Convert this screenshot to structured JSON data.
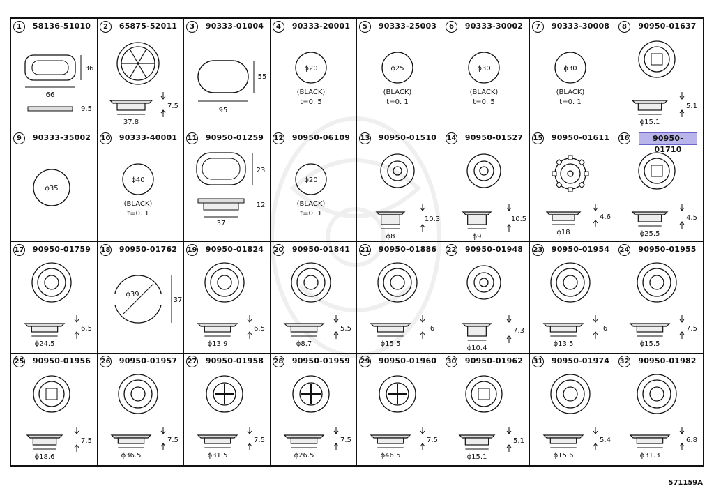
{
  "cells": [
    {
      "num": "1",
      "part": "58136-51010",
      "kind": "oval",
      "dims": [
        "36",
        "66",
        "9.5"
      ],
      "note": []
    },
    {
      "num": "2",
      "part": "65875-52011",
      "kind": "spoke",
      "dims": [
        "7.5",
        "37.8"
      ],
      "note": []
    },
    {
      "num": "3",
      "part": "90333-01004",
      "kind": "stadium",
      "dims": [
        "55",
        "95"
      ],
      "note": []
    },
    {
      "num": "4",
      "part": "90333-20001",
      "kind": "disc",
      "dims": [
        "ϕ20"
      ],
      "note": [
        "(BLACK)",
        "t=0. 5"
      ]
    },
    {
      "num": "5",
      "part": "90333-25003",
      "kind": "disc",
      "dims": [
        "ϕ25"
      ],
      "note": [
        "(BLACK)",
        "t=0. 1"
      ]
    },
    {
      "num": "6",
      "part": "90333-30002",
      "kind": "disc",
      "dims": [
        "ϕ30"
      ],
      "note": [
        "(BLACK)",
        "t=0. 5"
      ]
    },
    {
      "num": "7",
      "part": "90333-30008",
      "kind": "disc",
      "dims": [
        "ϕ30"
      ],
      "note": [
        "(BLACK)",
        "t=0. 1"
      ]
    },
    {
      "num": "8",
      "part": "90950-01637",
      "kind": "clip",
      "dims": [
        "5.1",
        "ϕ15.1"
      ],
      "note": []
    },
    {
      "num": "9",
      "part": "90333-35002",
      "kind": "disc",
      "dims": [
        "ϕ35"
      ],
      "note": []
    },
    {
      "num": "10",
      "part": "90333-40001",
      "kind": "disc",
      "dims": [
        "ϕ40"
      ],
      "note": [
        "(BLACK)",
        "t=0. 1"
      ]
    },
    {
      "num": "11",
      "part": "90950-01259",
      "kind": "ovalgrommet",
      "dims": [
        "23",
        "12",
        "37"
      ],
      "note": []
    },
    {
      "num": "12",
      "part": "90950-06109",
      "kind": "disc",
      "dims": [
        "ϕ20"
      ],
      "note": [
        "(BLACK)",
        "t=0. 1"
      ]
    },
    {
      "num": "13",
      "part": "90950-01510",
      "kind": "plug",
      "dims": [
        "10.3",
        "ϕ8"
      ],
      "note": []
    },
    {
      "num": "14",
      "part": "90950-01527",
      "kind": "plug",
      "dims": [
        "10.5",
        "ϕ9"
      ],
      "note": []
    },
    {
      "num": "15",
      "part": "90950-01611",
      "kind": "gear",
      "dims": [
        "4.6",
        "ϕ18"
      ],
      "note": []
    },
    {
      "num": "16",
      "part": "90950-01710",
      "kind": "clip",
      "dims": [
        "4.5",
        "ϕ25.5"
      ],
      "note": [],
      "highlight": true
    },
    {
      "num": "17",
      "part": "90950-01759",
      "kind": "grommet",
      "dims": [
        "6.5",
        "ϕ24.5"
      ],
      "note": []
    },
    {
      "num": "18",
      "part": "90950-01762",
      "kind": "notched",
      "dims": [
        "ϕ39",
        "37"
      ],
      "note": []
    },
    {
      "num": "19",
      "part": "90950-01824",
      "kind": "grommet",
      "dims": [
        "6.5",
        "ϕ13.9"
      ],
      "note": []
    },
    {
      "num": "20",
      "part": "90950-01841",
      "kind": "grommet",
      "dims": [
        "5.5",
        "ϕ8.7"
      ],
      "note": []
    },
    {
      "num": "21",
      "part": "90950-01886",
      "kind": "grommet",
      "dims": [
        "6",
        "ϕ15.5"
      ],
      "note": []
    },
    {
      "num": "22",
      "part": "90950-01948",
      "kind": "plug",
      "dims": [
        "7.3",
        "ϕ10.4"
      ],
      "note": []
    },
    {
      "num": "23",
      "part": "90950-01954",
      "kind": "grommet",
      "dims": [
        "6",
        "ϕ13.5"
      ],
      "note": []
    },
    {
      "num": "24",
      "part": "90950-01955",
      "kind": "grommet",
      "dims": [
        "7.5",
        "ϕ15.5"
      ],
      "note": []
    },
    {
      "num": "25",
      "part": "90950-01956",
      "kind": "clip",
      "dims": [
        "7.5",
        "ϕ18.6"
      ],
      "note": []
    },
    {
      "num": "26",
      "part": "90950-01957",
      "kind": "grommet",
      "dims": [
        "7.5",
        "ϕ36.5"
      ],
      "note": []
    },
    {
      "num": "27",
      "part": "90950-01958",
      "kind": "cross",
      "dims": [
        "7.5",
        "ϕ31.5"
      ],
      "note": []
    },
    {
      "num": "28",
      "part": "90950-01959",
      "kind": "cross",
      "dims": [
        "7.5",
        "ϕ26.5"
      ],
      "note": []
    },
    {
      "num": "29",
      "part": "90950-01960",
      "kind": "cross",
      "dims": [
        "7.5",
        "ϕ46.5"
      ],
      "note": []
    },
    {
      "num": "30",
      "part": "90950-01962",
      "kind": "clip",
      "dims": [
        "5.1",
        "ϕ15.1"
      ],
      "note": []
    },
    {
      "num": "31",
      "part": "90950-01974",
      "kind": "grommet",
      "dims": [
        "5.4",
        "ϕ15.6"
      ],
      "note": []
    },
    {
      "num": "32",
      "part": "90950-01982",
      "kind": "grommet",
      "dims": [
        "6.8",
        "ϕ31.3"
      ],
      "note": []
    }
  ],
  "footer": "571159A"
}
